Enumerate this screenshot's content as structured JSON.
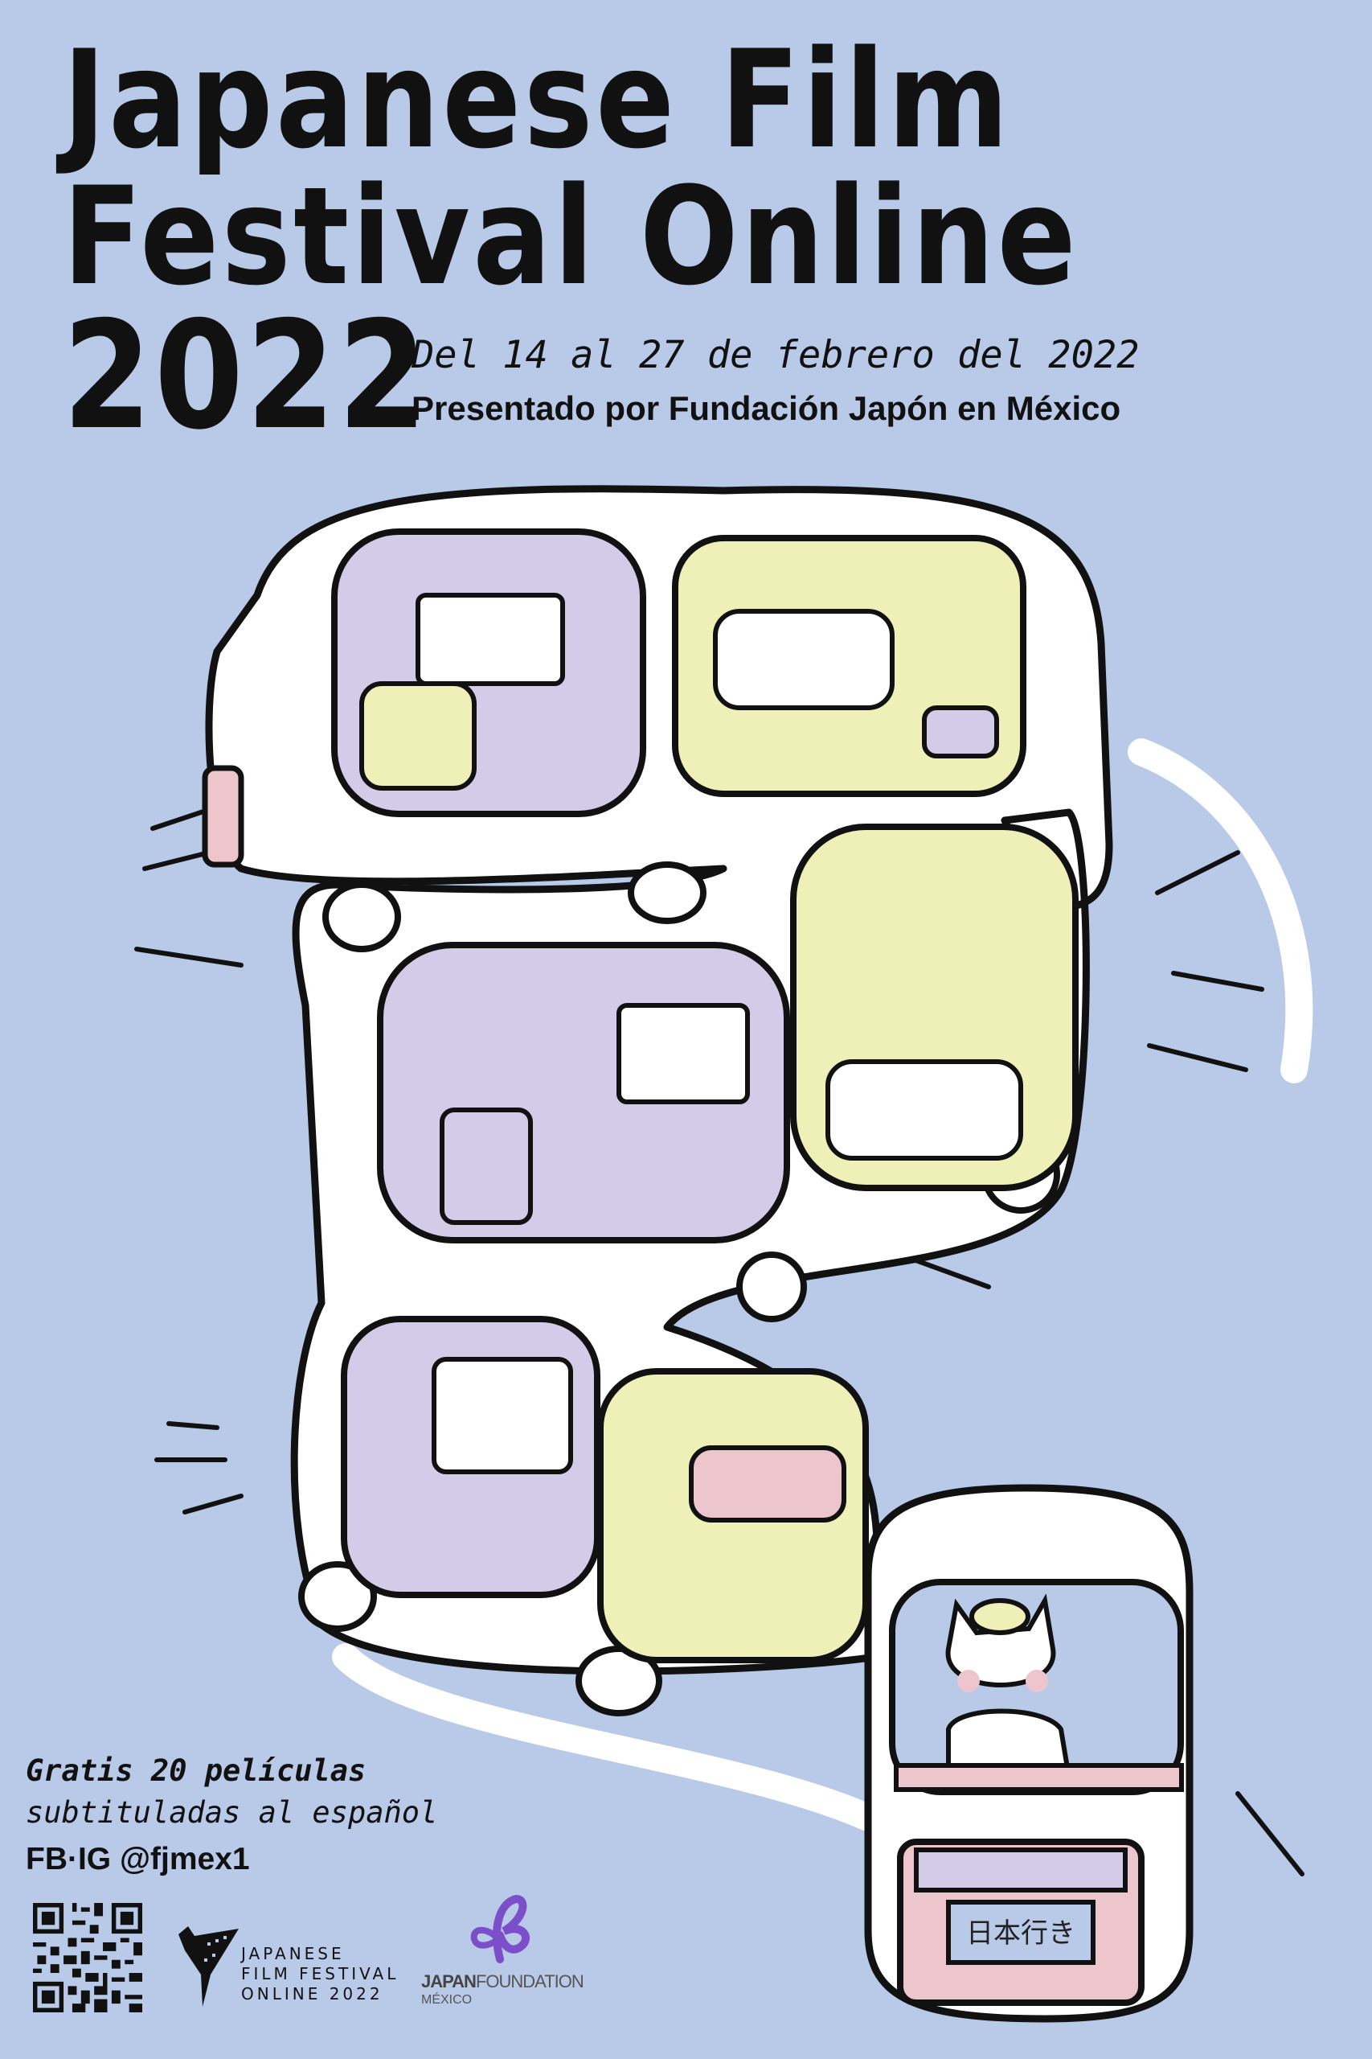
{
  "title": {
    "line1": "Japanese Film",
    "line2": "Festival Online",
    "line3": "2022"
  },
  "dates": "Del 14 al 27 de febrero del 2022",
  "presented_by": "Presentado por Fundación Japón en México",
  "illustration": {
    "destination_sign": "日本行き"
  },
  "footer": {
    "offer_line1": "Gratis 20 películas",
    "offer_line2": "subtituladas al español",
    "social": "FB·IG @fjmex1"
  },
  "logos": {
    "festival": {
      "line1": "JAPANESE",
      "line2": "FILM FESTIVAL",
      "line3": "ONLINE 2022"
    },
    "foundation": {
      "name_bold": "JAPAN",
      "name_light": "FOUNDATION",
      "country": "MÉXICO",
      "color": "#7b4fc9"
    }
  },
  "colors": {
    "background": "#b9c9e8",
    "lavender": "#d3cce8",
    "yellow": "#eef0b8",
    "pink": "#ecc6cc"
  }
}
